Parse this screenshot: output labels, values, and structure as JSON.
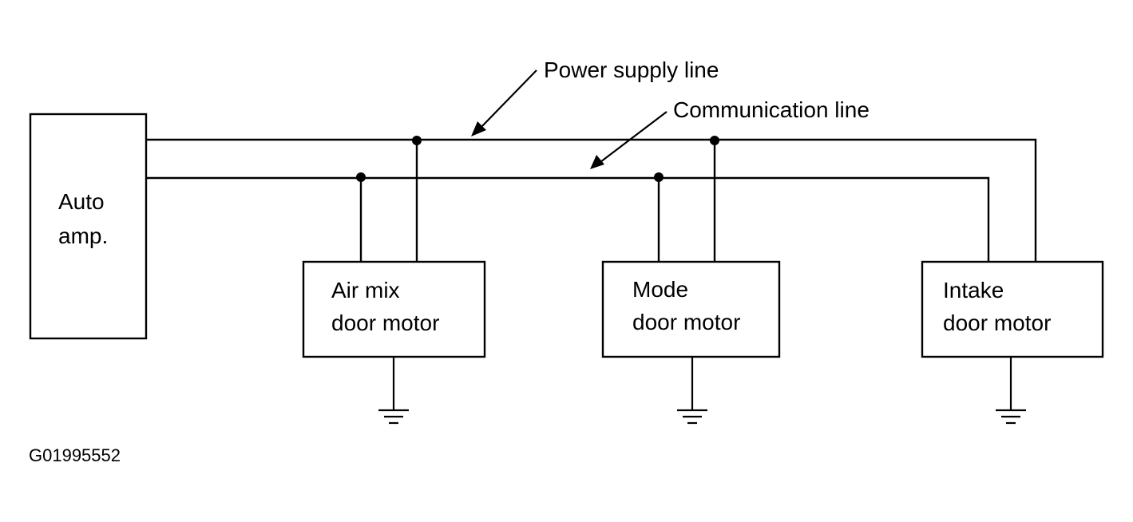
{
  "diagram": {
    "lines": {
      "power_supply": "Power supply line",
      "communication": "Communication line"
    },
    "controller": {
      "line1": "Auto",
      "line2": "amp."
    },
    "motors": [
      {
        "line1": "Air mix",
        "line2": "door motor"
      },
      {
        "line1": "Mode",
        "line2": "door motor"
      },
      {
        "line1": "Intake",
        "line2": "door motor"
      }
    ],
    "figure_id": "G01995552"
  }
}
